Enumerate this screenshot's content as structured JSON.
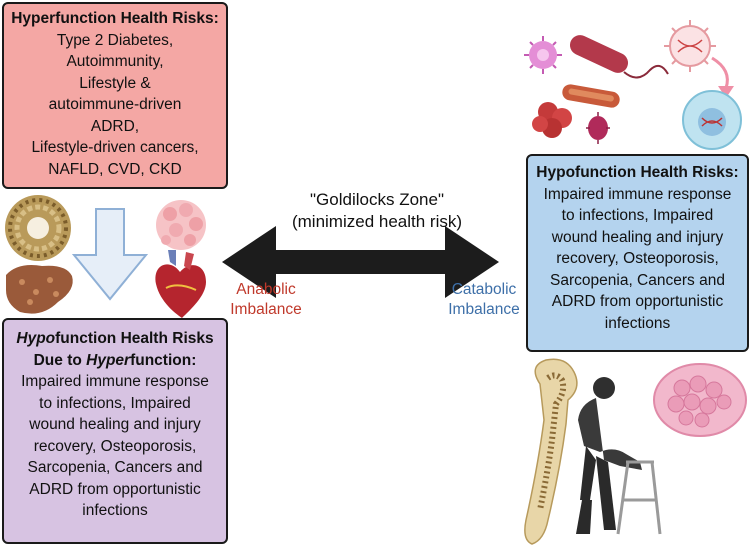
{
  "hyperfunction_box": {
    "title": "Hyperfunction Health Risks:",
    "lines": [
      "Type 2 Diabetes,",
      "Autoimmunity,",
      "Lifestyle &",
      "autoimmune-driven",
      "ADRD,",
      "Lifestyle-driven cancers,",
      "NAFLD, CVD, CKD"
    ]
  },
  "hypofunction_box": {
    "title": "Hypofunction Health Risks:",
    "lines": [
      "Impaired immune response",
      "to infections, Impaired",
      "wound healing and injury",
      "recovery, Osteoporosis,",
      "Sarcopenia, Cancers and",
      "ADRD from opportunistic",
      "infections"
    ]
  },
  "hypo_due_to_hyper_box": {
    "title_italic_1": "Hypo",
    "title_rest_1": "function Health Risks",
    "title_prefix_2": "Due to ",
    "title_italic_2": "Hyper",
    "title_rest_2": "function:",
    "lines": [
      "Impaired immune response",
      "to infections, Impaired",
      "wound healing and injury",
      "recovery, Osteoporosis,",
      "Sarcopenia, Cancers and",
      "ADRD from opportunistic",
      "infections"
    ]
  },
  "center": {
    "goldilocks_line1": "\"Goldilocks Zone\"",
    "goldilocks_line2": "(minimized health risk)"
  },
  "anabolic": {
    "line1": "Anabolic",
    "line2": "Imbalance"
  },
  "catabolic": {
    "line1": "Catabolic",
    "line2": "Imbalance"
  },
  "colors": {
    "hyper_box": "#f4a7a4",
    "hypo_box": "#b4d3ee",
    "hypo_due_box": "#d7c3e2",
    "anabolic_text": "#c0392b",
    "catabolic_text": "#3d6fa8",
    "arrow": "#1c1c1c",
    "down_arrow": "#e6eef8"
  },
  "icons": [
    "plaque-icon",
    "cell-cluster-icon",
    "liver-icon",
    "heart-icon",
    "virus-icon",
    "bacteria-icon",
    "tumor-cells-icon",
    "virus-dna-icon",
    "infected-cell-icon",
    "bone-icon",
    "elderly-walker-icon",
    "muscle-tissue-icon"
  ]
}
